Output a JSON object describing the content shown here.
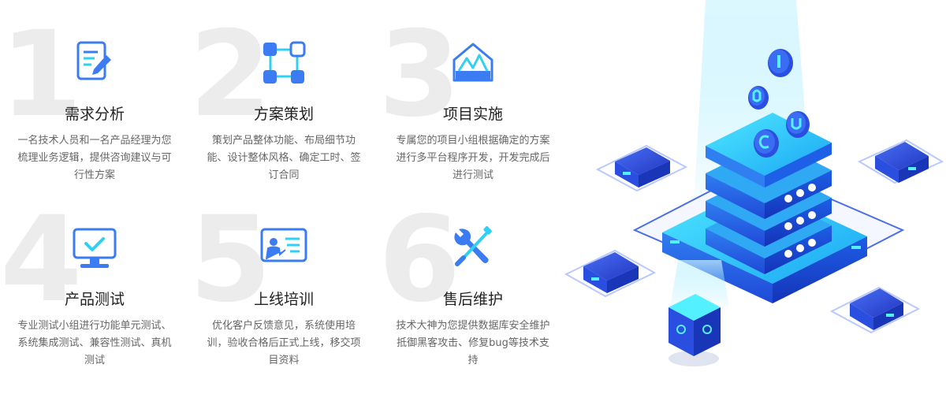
{
  "steps": [
    {
      "number": "1",
      "title": "需求分析",
      "desc": "一名技术人员和一名产品经理为您梳理业务逻辑，提供咨询建议与可行性方案",
      "icon": "document-edit-icon"
    },
    {
      "number": "2",
      "title": "方案策划",
      "desc": "策划产品整体功能、布局细节功能、设计整体风格、确定工时、签订合同",
      "icon": "nodes-icon"
    },
    {
      "number": "3",
      "title": "项目实施",
      "desc": "专属您的项目小组根据确定的方案进行多平台程序开发，开发完成后进行测试",
      "icon": "house-chart-icon"
    },
    {
      "number": "4",
      "title": "产品测试",
      "desc": "专业测试小组进行功能单元测试、系统集成测试、兼容性测试、真机测试",
      "icon": "monitor-check-icon"
    },
    {
      "number": "5",
      "title": "上线培训",
      "desc": "优化客户反馈意见，系统使用培训，验收合格后正式上线，移交项目资料",
      "icon": "presentation-icon"
    },
    {
      "number": "6",
      "title": "售后维护",
      "desc": "技术大神为您提供数据库安全维护抵御黑客攻击、修复bug等技术支持",
      "icon": "wrench-screwdriver-icon"
    }
  ],
  "colors": {
    "accent": "#3b7cf2",
    "accent_dark": "#2a56d8",
    "cyan": "#2fd0f4",
    "number": "#ececec"
  }
}
